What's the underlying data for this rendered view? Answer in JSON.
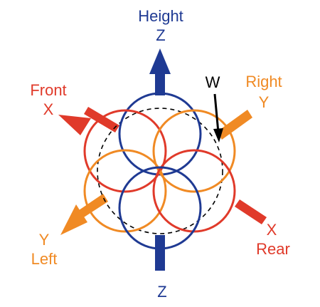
{
  "colors": {
    "z_axis": "#1f3a93",
    "x_axis": "#e03a2a",
    "y_axis": "#f08a24",
    "w_arrow": "#000000",
    "dashed_circle": "#000000"
  },
  "labels": {
    "height": "Height",
    "z_top": "Z",
    "z_bottom": "Z",
    "front": "Front",
    "x_front": "X",
    "x_rear": "X",
    "rear": "Rear",
    "right": "Right",
    "y_right": "Y",
    "y_left": "Y",
    "left": "Left",
    "w": "W"
  }
}
